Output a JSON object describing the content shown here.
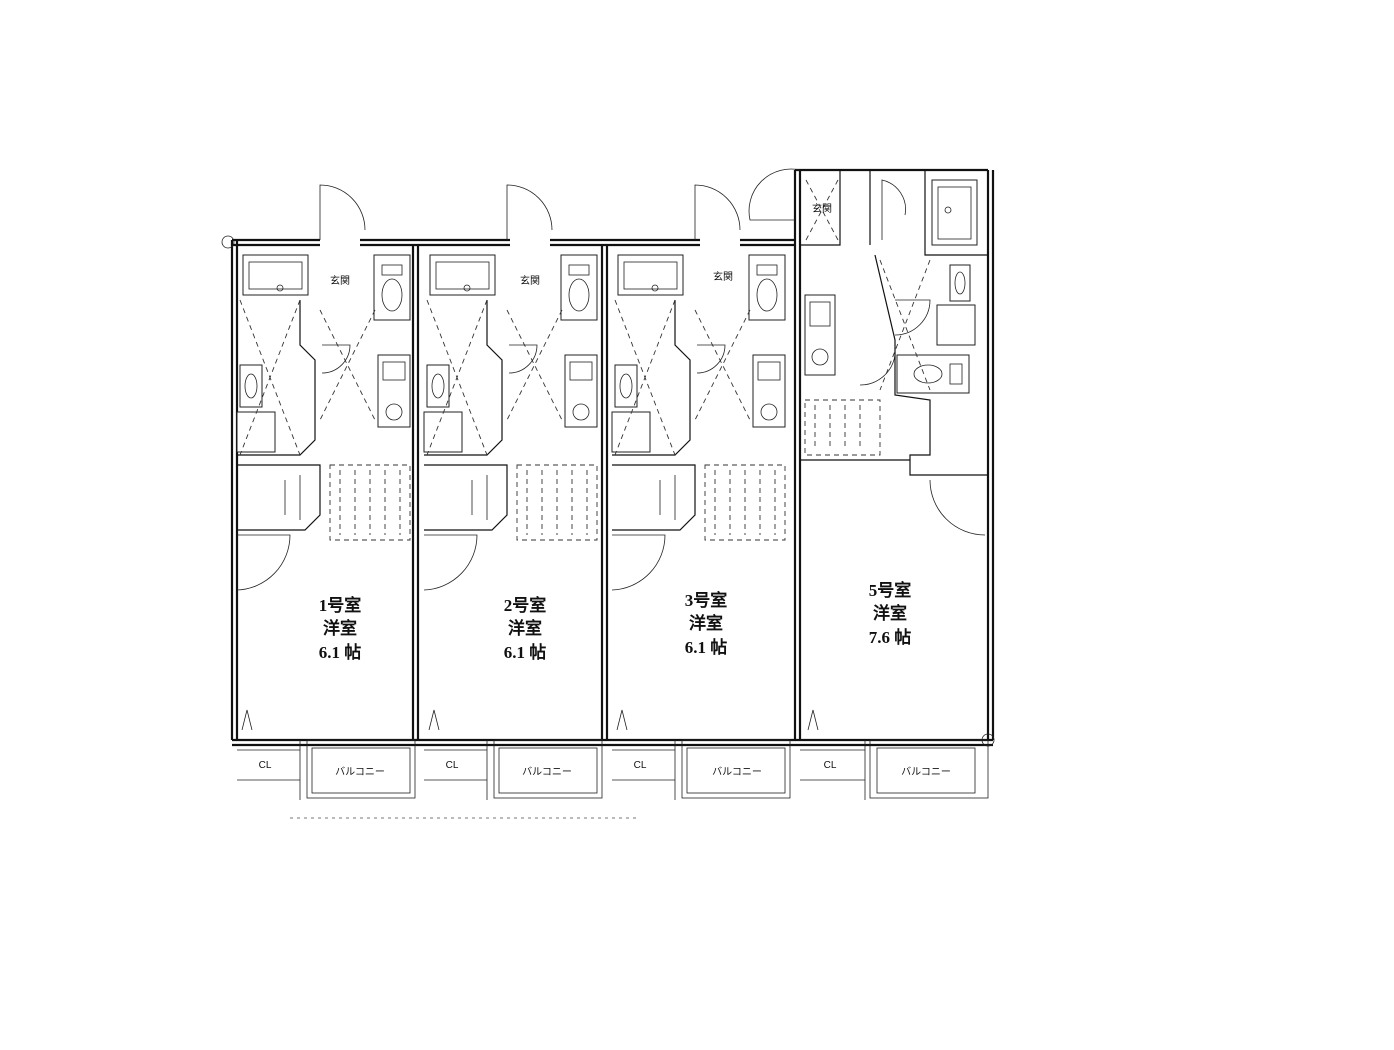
{
  "units": [
    {
      "room": "1号室",
      "type": "洋室",
      "size": "6.1 帖",
      "entrance": "玄関"
    },
    {
      "room": "2号室",
      "type": "洋室",
      "size": "6.1 帖",
      "entrance": "玄関"
    },
    {
      "room": "3号室",
      "type": "洋室",
      "size": "6.1 帖",
      "entrance": "玄関"
    },
    {
      "room": "5号室",
      "type": "洋室",
      "size": "7.6 帖",
      "entrance": "玄関"
    }
  ],
  "labels": {
    "closet": "CL",
    "balcony": "バルコニー"
  }
}
